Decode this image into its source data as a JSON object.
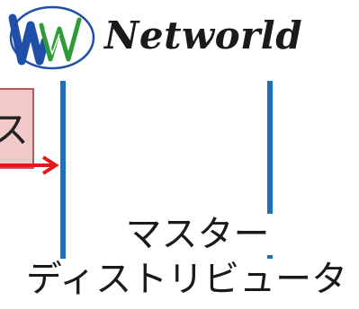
{
  "logo": {
    "text": "Networld",
    "icon": "networld-nw-logo-icon"
  },
  "left_box": {
    "fragment": "ス"
  },
  "distributor": {
    "line1": "マスター",
    "line2": "ディストリビュータ"
  },
  "colors": {
    "box_blue": "#1f6fc0",
    "arrow_red": "#e8151b",
    "pink_fill": "#f2c9c9",
    "pink_border": "#b85a5a",
    "logo_blue": "#1f4fa8",
    "logo_green": "#2e9a3a"
  }
}
